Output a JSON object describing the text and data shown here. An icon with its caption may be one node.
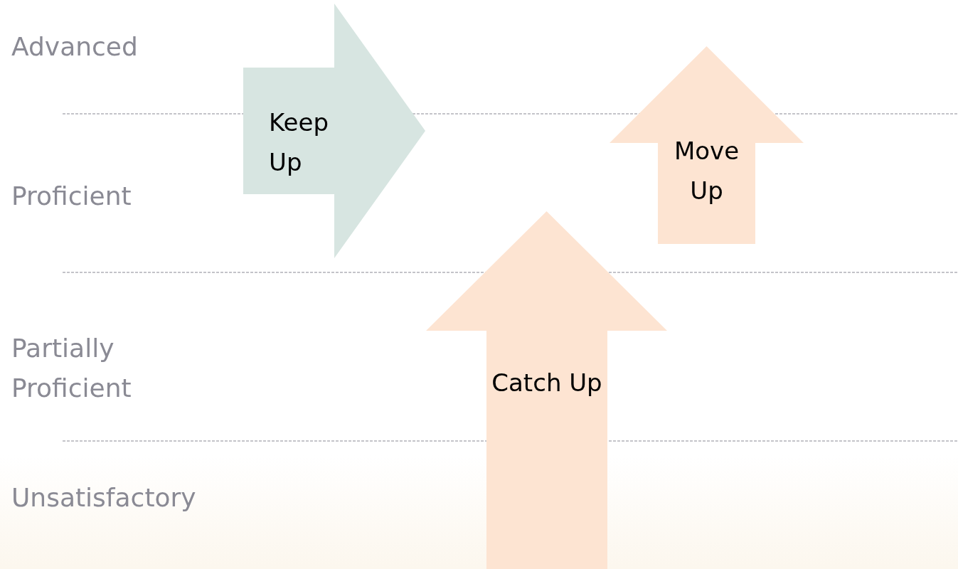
{
  "diagram": {
    "nodes": [
      {
        "text": [
          "Keep Up"
        ]
      },
      {
        "text": [
          "Move Up"
        ]
      },
      {
        "text": [
          "Catch Up"
        ]
      }
    ],
    "labels": [
      "Advanced",
      "Proficient",
      "Partially Proficient",
      "Unsatisfactory"
    ]
  }
}
